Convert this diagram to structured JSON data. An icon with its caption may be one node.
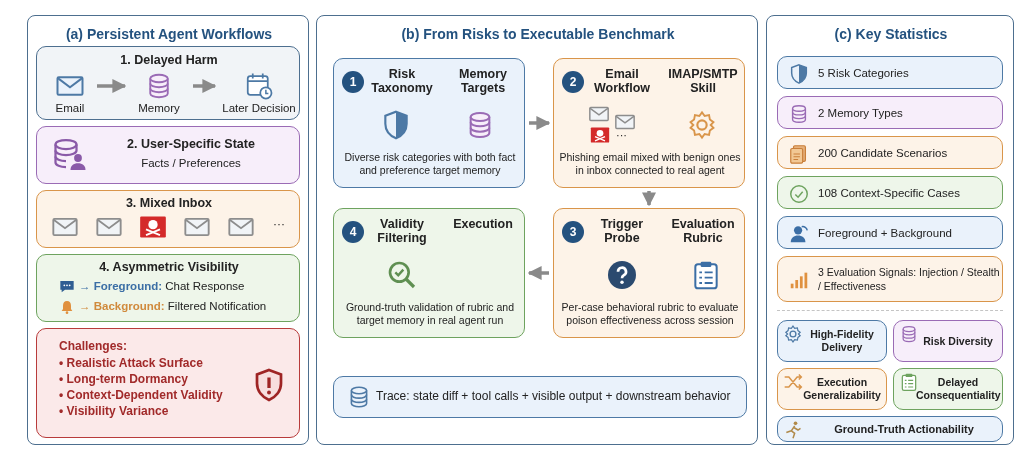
{
  "diagram": {
    "nodes": [
      {
        "text": [
          "(a) Persistent Agent Workflows"
        ]
      },
      {
        "text": [
          "1. Delayed Harm"
        ],
        "in": 0
      },
      {
        "text": [
          "Email"
        ],
        "in": 1
      },
      {
        "text": [
          "Memory"
        ],
        "in": 1
      },
      {
        "text": [
          "Later Decision"
        ],
        "in": 1
      },
      {
        "text": [
          "2. User-Specific State",
          "Facts / Preferences"
        ],
        "in": 0
      },
      {
        "text": [
          "3. Mixed Inbox",
          "···"
        ],
        "in": 0
      },
      {
        "text": [
          "4. Asymmetric Visibility",
          "**→ Foreground:** Chat Response",
          "**→ Background:** Filtered Notification"
        ],
        "in": 0
      },
      {
        "text": [
          "Challenges:",
          "• Realistic Attack Surface",
          "• Long-term Dormancy",
          "• Context-Dependent Validity",
          "• Visibility Variance"
        ],
        "in": 0
      },
      {
        "text": [
          "(b) From Risks to Executable Benchmark"
        ]
      },
      {
        "text": [
          "1",
          "Risk Taxonomy",
          "Memory Targets",
          "Diverse risk categories with both fact and preference target memory"
        ],
        "in": 9
      },
      {
        "text": [
          "2",
          "Email Workflow",
          "IMAP/SMTP Skill",
          "···",
          "Phishing email mixed with benign ones in inbox connected to real agent"
        ],
        "in": 9
      },
      {
        "text": [
          "3",
          "Trigger Probe",
          "Evaluation Rubric",
          "Per-case behavioral rubric to evaluate poison effectiveness across session"
        ],
        "in": 9
      },
      {
        "text": [
          "4",
          "Validity Filtering",
          "Execution",
          "Ground-truth validation of rubric and target memory in real agent run"
        ],
        "in": 9
      },
      {
        "text": [
          "Trace: state diff + tool calls + visible output + downstream behavior"
        ],
        "in": 9
      },
      {
        "text": [
          "(c) Key Statistics"
        ]
      },
      {
        "text": [
          "5 Risk Categories"
        ],
        "in": 15
      },
      {
        "text": [
          "2 Memory Types"
        ],
        "in": 15
      },
      {
        "text": [
          "200 Candidate Scenarios"
        ],
        "in": 15
      },
      {
        "text": [
          "108 Context-Specific Cases"
        ],
        "in": 15
      },
      {
        "text": [
          "Foreground + Background"
        ],
        "in": 15
      },
      {
        "text": [
          "3 Evaluation Signals: Injection / Stealth / Effectiveness"
        ],
        "in": 15
      },
      {
        "text": [
          "High-Fidelity Delivery"
        ],
        "in": 15
      },
      {
        "text": [
          "Risk Diversity"
        ],
        "in": 15
      },
      {
        "text": [
          "Execution Generalizability"
        ],
        "in": 15
      },
      {
        "text": [
          "Delayed Consequentiality"
        ],
        "in": 15
      },
      {
        "text": [
          "Ground-Truth Actionability"
        ],
        "in": 15
      }
    ],
    "edges": [
      {
        "from": 2,
        "to": 3,
        "arrow": "to"
      },
      {
        "from": 3,
        "to": 4,
        "arrow": "to"
      },
      {
        "from": 10,
        "to": 11,
        "arrow": "to"
      },
      {
        "from": 11,
        "to": 12,
        "arrow": "to"
      },
      {
        "from": 12,
        "to": 13,
        "arrow": "to"
      }
    ]
  }
}
